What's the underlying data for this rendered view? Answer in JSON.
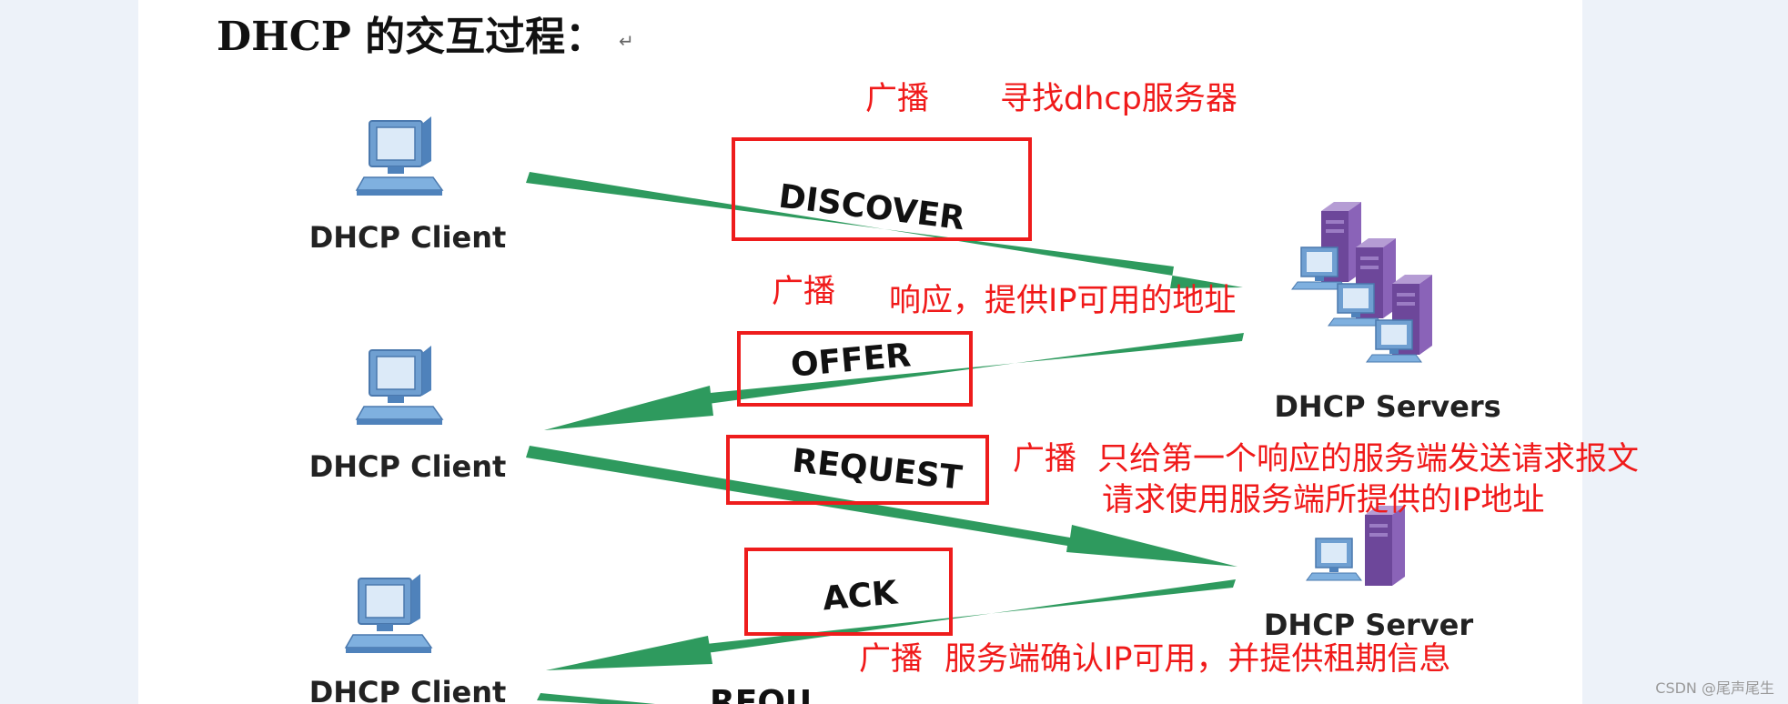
{
  "title": "DHCP 的交互过程：",
  "return_mark": "↵",
  "nodes": {
    "client_1": "DHCP Client",
    "client_2": "DHCP Client",
    "client_3": "DHCP Client",
    "servers": "DHCP Servers",
    "server": "DHCP Server"
  },
  "messages": {
    "discover": "DISCOVER",
    "offer": "OFFER",
    "request": "REQUEST",
    "ack": "ACK",
    "partial": "REQU"
  },
  "annotations": {
    "discover_mode": "广播",
    "discover_note": "寻找dhcp服务器",
    "offer_mode": "广播",
    "offer_note": "响应，提供IP可用的地址",
    "request_mode": "广播",
    "request_note_1": "只给第一个响应的服务端发送请求报文",
    "request_note_2": "请求使用服务端所提供的IP地址",
    "ack_mode": "广播",
    "ack_note": "服务端确认IP可用，并提供租期信息"
  },
  "watermark": "CSDN @尾声尾生",
  "colors": {
    "arrow": "#2e9a5e",
    "annotation": "#f01a1a",
    "highlight_box": "#ee1c1c",
    "server": "#7d57a4"
  }
}
